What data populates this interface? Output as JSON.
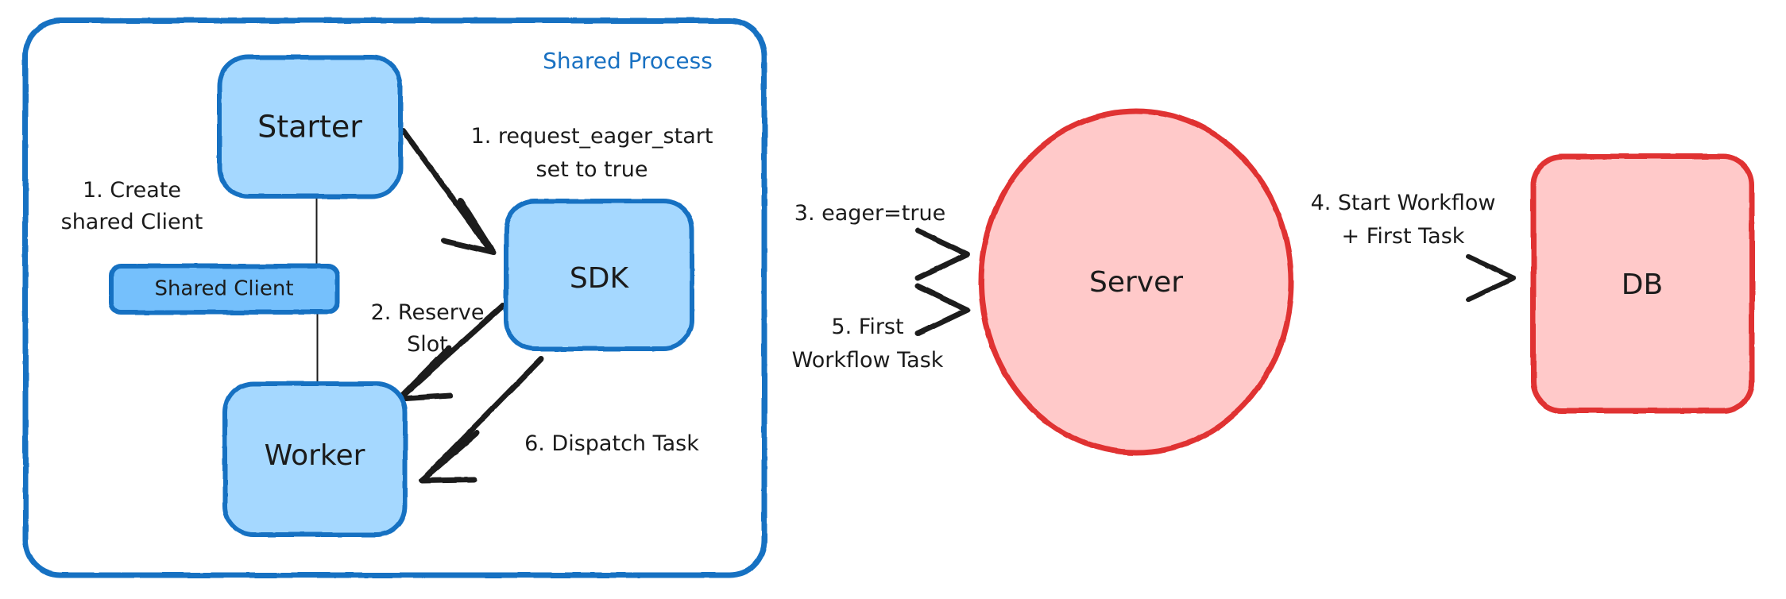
{
  "diagram": {
    "title": "Eager Workflow Start flow",
    "colors": {
      "blue_stroke": "#1971c2",
      "blue_fill": "#a5d8ff",
      "blue_fill_strong": "#74c0fc",
      "red_stroke": "#e03131",
      "red_fill": "#ffc9c9",
      "ink": "#1b1b1b",
      "page_bg": "#ffffff"
    },
    "container": {
      "name": "shared-process",
      "label": "Shared Process"
    },
    "nodes": [
      {
        "id": "starter",
        "label": "Starter",
        "shape": "rounded-rect",
        "group": "blue"
      },
      {
        "id": "shared-client",
        "label": "Shared Client",
        "shape": "rounded-rect",
        "group": "blue-strong"
      },
      {
        "id": "worker",
        "label": "Worker",
        "shape": "rounded-rect",
        "group": "blue"
      },
      {
        "id": "sdk",
        "label": "SDK",
        "shape": "rounded-rect",
        "group": "blue"
      },
      {
        "id": "server",
        "label": "Server",
        "shape": "ellipse",
        "group": "red"
      },
      {
        "id": "db",
        "label": "DB",
        "shape": "rounded-rect",
        "group": "red"
      }
    ],
    "edges": [
      {
        "id": "e-create",
        "from": "starter",
        "to": "shared-client",
        "arrow": false,
        "label_lines": [
          "1. Create",
          "shared Client"
        ]
      },
      {
        "id": "e-eager",
        "from": "starter",
        "to": "sdk",
        "arrow": true,
        "label_lines": [
          "1. request_eager_start",
          "set to true"
        ]
      },
      {
        "id": "e-reserve",
        "from": "sdk",
        "to": "worker",
        "arrow": true,
        "label_lines": [
          "2. Reserve",
          "Slot"
        ]
      },
      {
        "id": "e-eager-true",
        "from": "sdk",
        "to": "server",
        "arrow": true,
        "label_lines": [
          "3. eager=true"
        ]
      },
      {
        "id": "e-start-wf",
        "from": "server",
        "to": "db",
        "arrow": true,
        "label_lines": [
          "4. Start Workflow",
          "+ First Task"
        ]
      },
      {
        "id": "e-first-task",
        "from": "sdk",
        "to": "server",
        "arrow": true,
        "label_lines": [
          "5. First",
          "Workflow Task"
        ]
      },
      {
        "id": "e-dispatch",
        "from": "sdk",
        "to": "worker",
        "arrow": true,
        "label_lines": [
          "6. Dispatch Task"
        ]
      }
    ]
  }
}
